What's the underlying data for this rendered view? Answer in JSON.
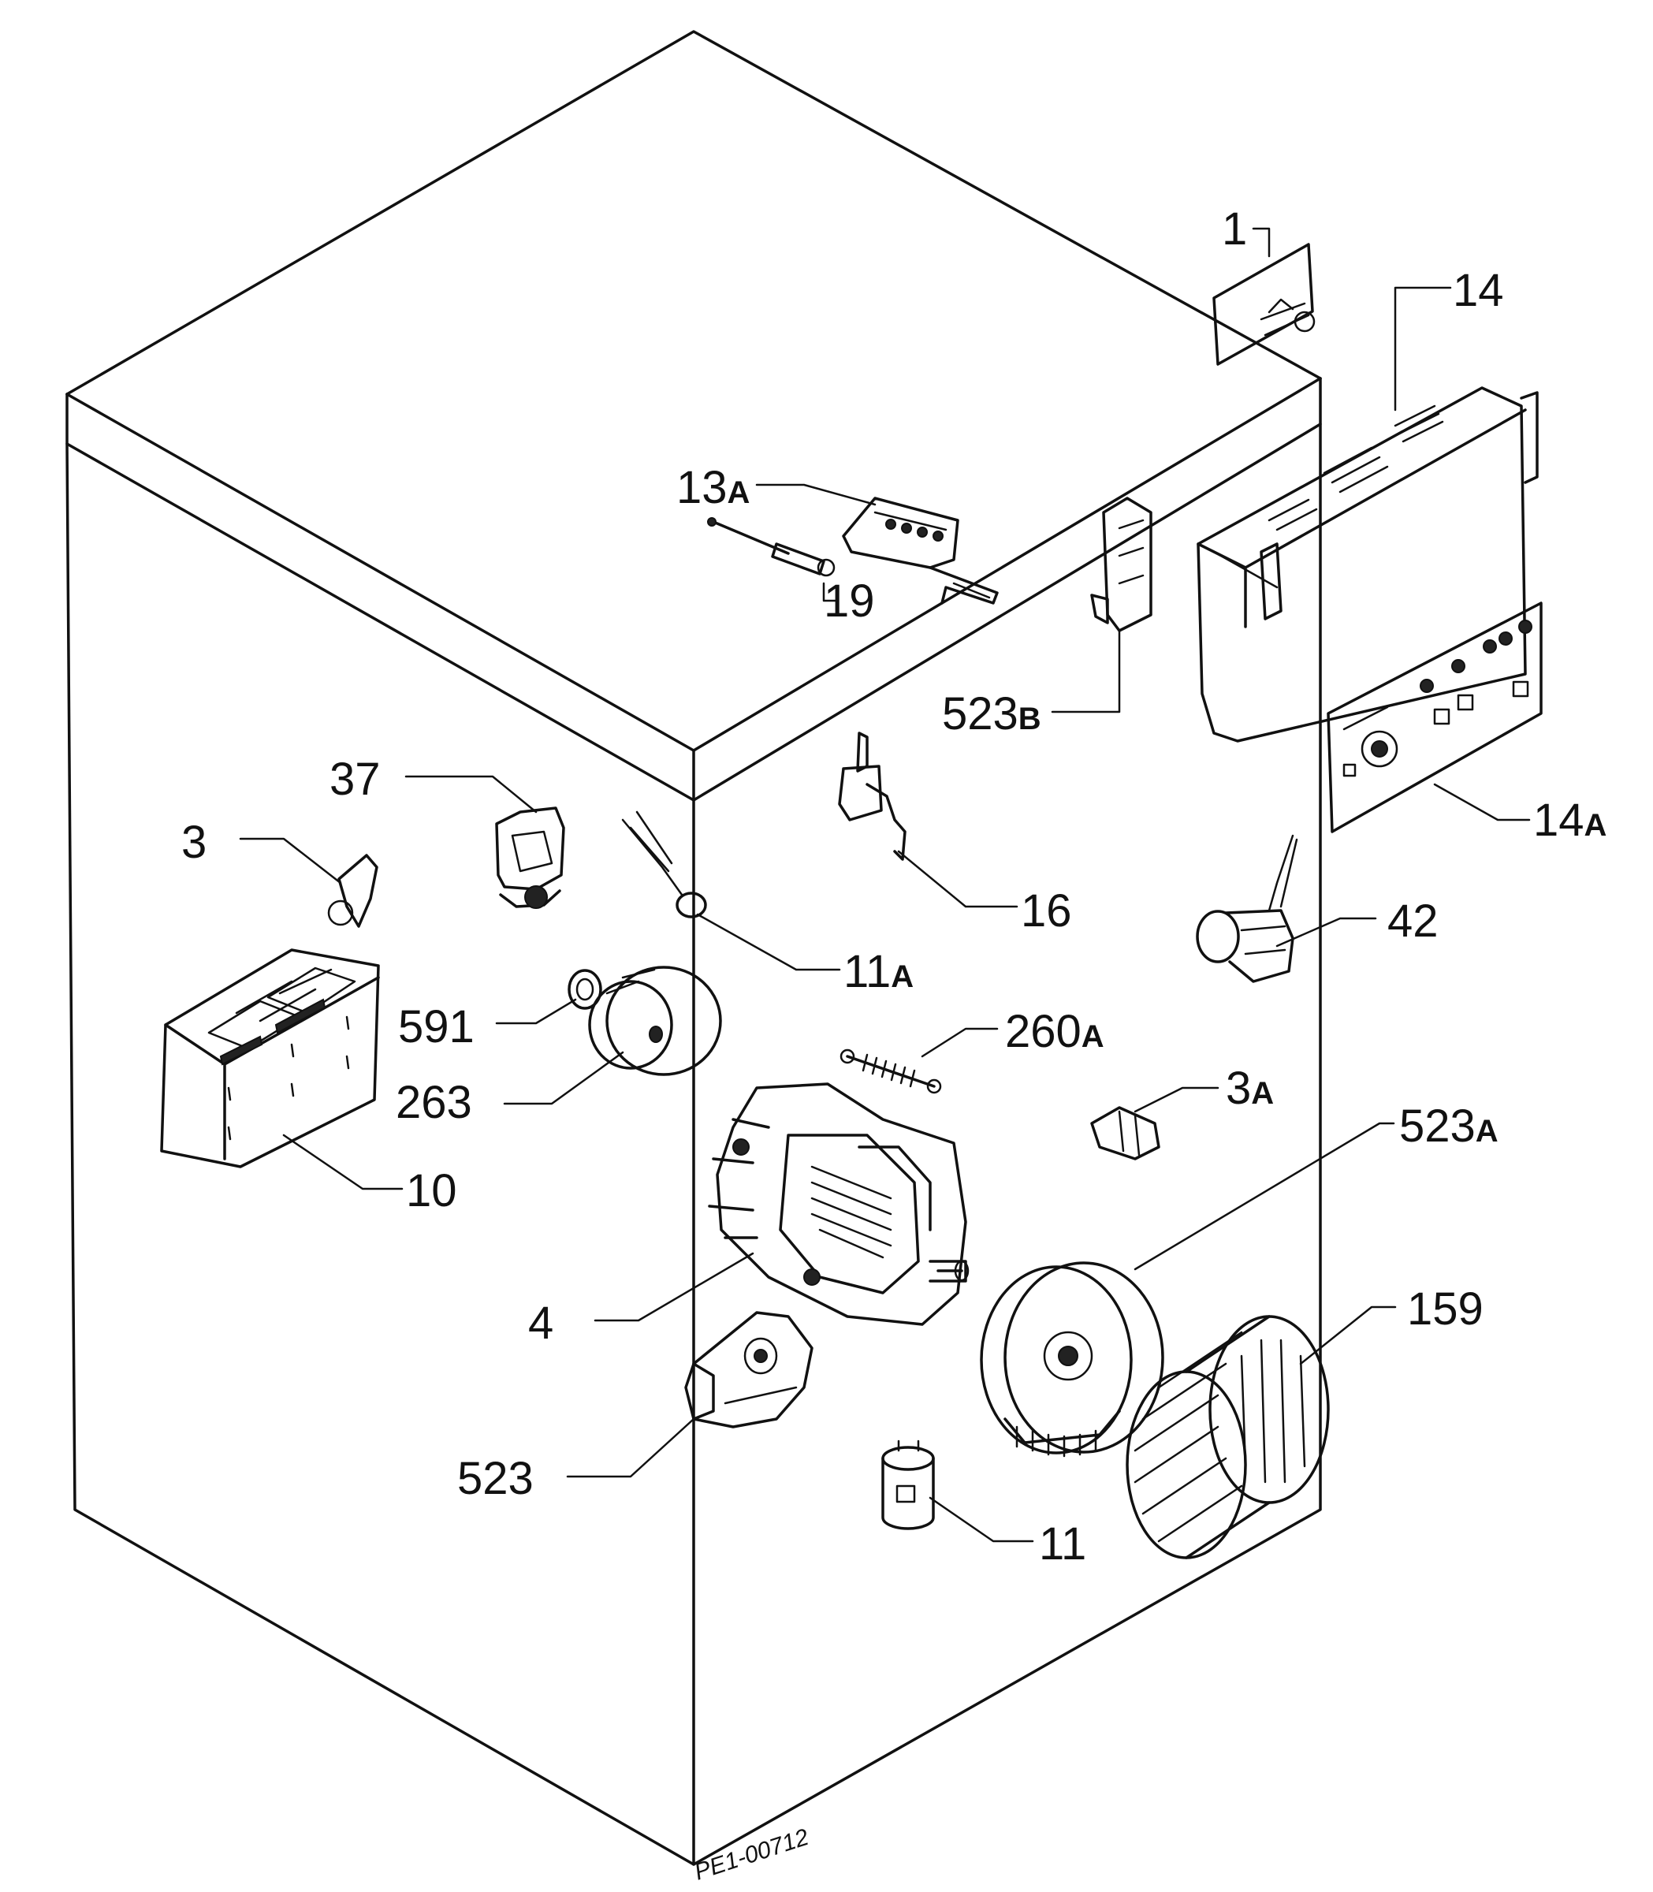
{
  "labels": {
    "l1": {
      "num": "1",
      "suf": ""
    },
    "l14": {
      "num": "14",
      "suf": ""
    },
    "l13A": {
      "num": "13",
      "suf": "A"
    },
    "l19": {
      "num": "19",
      "suf": ""
    },
    "l523B": {
      "num": "523",
      "suf": "B"
    },
    "l14A": {
      "num": "14",
      "suf": "A"
    },
    "l37": {
      "num": "37",
      "suf": ""
    },
    "l3": {
      "num": "3",
      "suf": ""
    },
    "l16": {
      "num": "16",
      "suf": ""
    },
    "l42": {
      "num": "42",
      "suf": ""
    },
    "l11A": {
      "num": "11",
      "suf": "A"
    },
    "l591": {
      "num": "591",
      "suf": ""
    },
    "l260A": {
      "num": "260",
      "suf": "A"
    },
    "l263": {
      "num": "263",
      "suf": ""
    },
    "l3A": {
      "num": "3",
      "suf": "A"
    },
    "l523A": {
      "num": "523",
      "suf": "A"
    },
    "l10": {
      "num": "10",
      "suf": ""
    },
    "l159": {
      "num": "159",
      "suf": ""
    },
    "l4": {
      "num": "4",
      "suf": ""
    },
    "l523": {
      "num": "523",
      "suf": ""
    },
    "l11": {
      "num": "11",
      "suf": ""
    }
  },
  "drawing_code": "PE1-00712"
}
